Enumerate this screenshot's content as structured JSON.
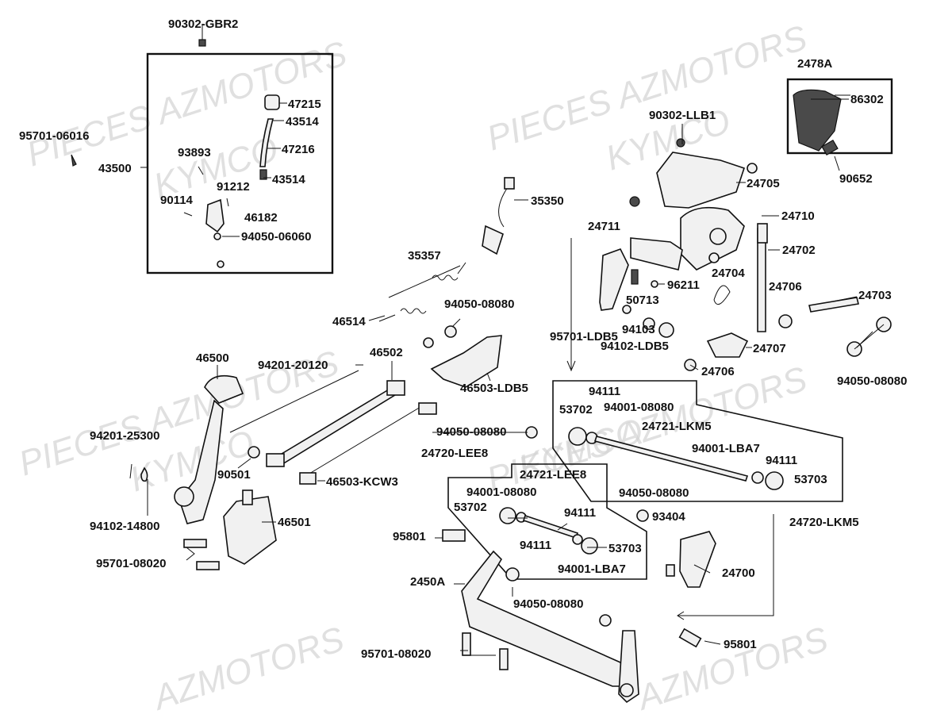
{
  "watermarks": [
    "PIECES AZMOTORS",
    "KYMCO",
    "PIECES AZMOTORS",
    "KYMCO",
    "PIECES AZMOTORS",
    "KYMCO",
    "PIECES AZMOTORS",
    "KYMCO",
    "AZMOTORS",
    "AZMOTORS"
  ],
  "parts": {
    "p90302_gbr2": "90302-GBR2",
    "p47215": "47215",
    "p43514a": "43514",
    "p95701_06016": "95701-06016",
    "p93893": "93893",
    "p47216": "47216",
    "p43500": "43500",
    "p43514b": "43514",
    "p91212": "91212",
    "p90114": "90114",
    "p46182": "46182",
    "p94050_06060": "94050-06060",
    "p35350": "35350",
    "p35357": "35357",
    "p46514": "46514",
    "p94050_08080a": "94050-08080",
    "p46500": "46500",
    "p46502": "46502",
    "p94201_20120": "94201-20120",
    "p46503_ldb5": "46503-LDB5",
    "p94201_25300": "94201-25300",
    "p90501": "90501",
    "p46503_kcw3": "46503-KCW3",
    "p94102_14800": "94102-14800",
    "p46501": "46501",
    "p95701_08020a": "95701-08020",
    "p2478a": "2478A",
    "p86302": "86302",
    "p90302_llb1": "90302-LLB1",
    "p90652": "90652",
    "p24705": "24705",
    "p24710": "24710",
    "p24711": "24711",
    "p24702": "24702",
    "p24704": "24704",
    "p96211": "96211",
    "p50713": "50713",
    "p24706a": "24706",
    "p24703": "24703",
    "p95701_ldb5": "95701-LDB5",
    "p94103": "94103",
    "p24707": "24707",
    "p94102_ldb5": "94102-LDB5",
    "p24706b": "24706",
    "p94050_08080b": "94050-08080",
    "p94111a": "94111",
    "p53702a": "53702",
    "p94001_08080a": "94001-08080",
    "p24721_lkm5": "24721-LKM5",
    "p94050_08080c": "94050-08080",
    "p94001_lba7a": "94001-LBA7",
    "p94111b": "94111",
    "p24720_lee8": "24720-LEE8",
    "p53703a": "53703",
    "p24721_lee8": "24721-LEE8",
    "p94001_08080b": "94001-08080",
    "p94050_08080d": "94050-08080",
    "p53702b": "53702",
    "p94111c": "94111",
    "p24720_lkm5": "24720-LKM5",
    "p93404": "93404",
    "p95801a": "95801",
    "p94111d": "94111",
    "p53703b": "53703",
    "p94001_lba7b": "94001-LBA7",
    "p24700": "24700",
    "p2450a": "2450A",
    "p94050_08080e": "94050-08080",
    "p95801b": "95801",
    "p95701_08020b": "95701-08020"
  }
}
